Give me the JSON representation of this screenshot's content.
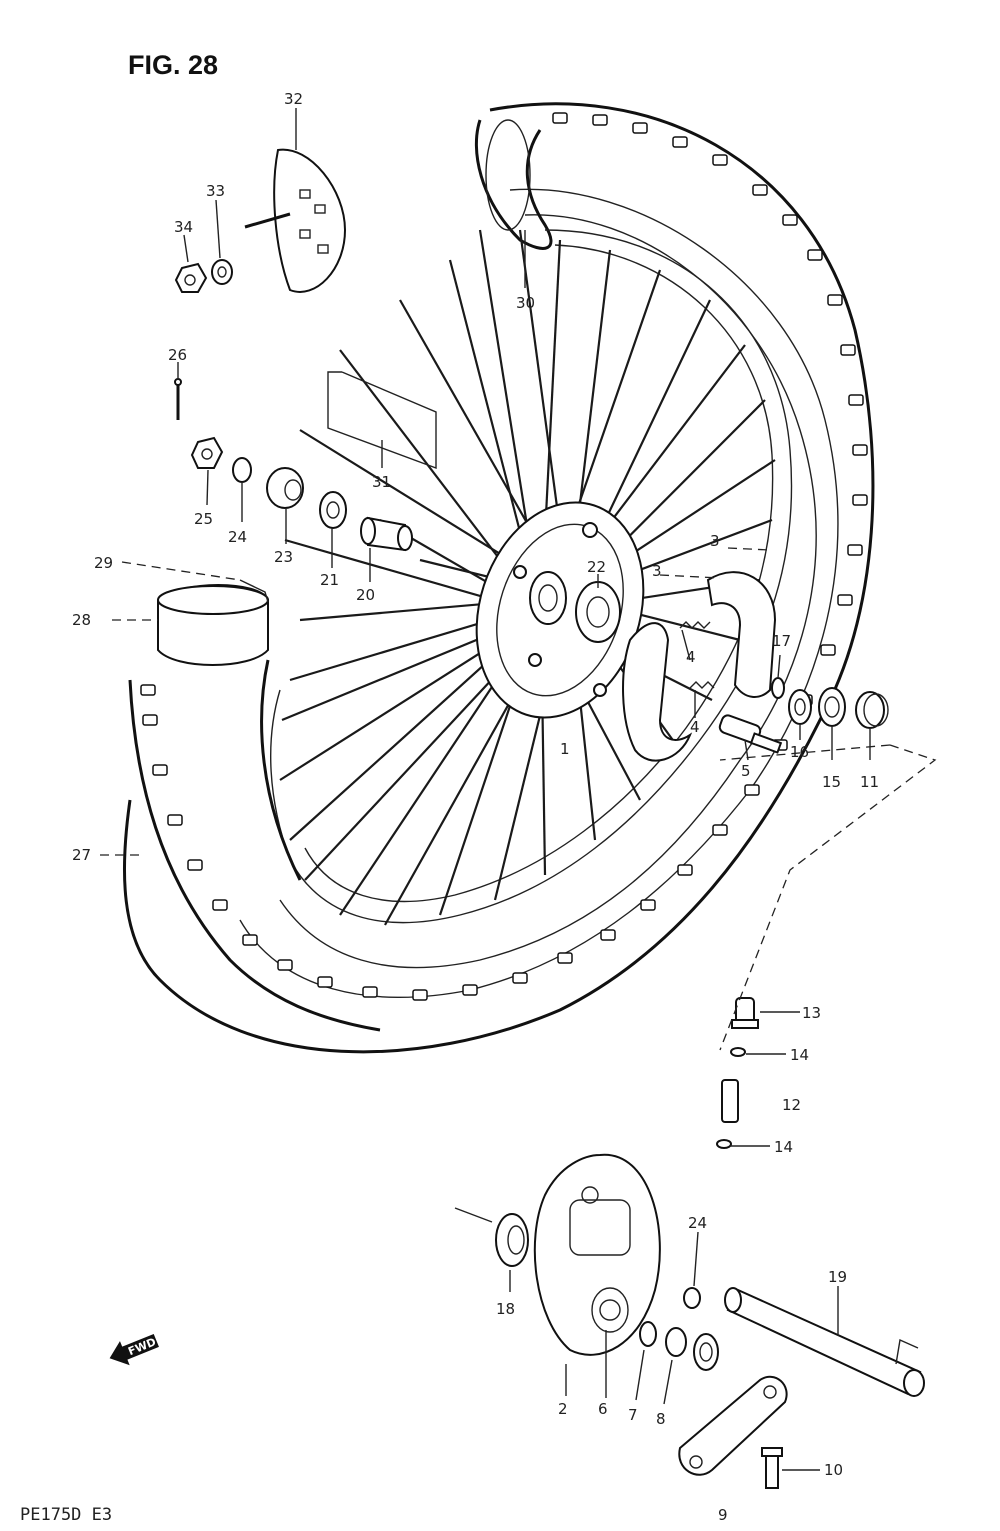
{
  "figure": {
    "title": "FIG. 28",
    "model_code": "PE175D  E3",
    "fwd_label": "FWD"
  },
  "callouts": [
    {
      "id": "c32",
      "text": "32"
    },
    {
      "id": "c33",
      "text": "33"
    },
    {
      "id": "c34",
      "text": "34"
    },
    {
      "id": "c26",
      "text": "26"
    },
    {
      "id": "c30",
      "text": "30"
    },
    {
      "id": "c31",
      "text": "31"
    },
    {
      "id": "c25",
      "text": "25"
    },
    {
      "id": "c24",
      "text": "24"
    },
    {
      "id": "c23",
      "text": "23"
    },
    {
      "id": "c21",
      "text": "21"
    },
    {
      "id": "c20",
      "text": "20"
    },
    {
      "id": "c29",
      "text": "29"
    },
    {
      "id": "c28",
      "text": "28"
    },
    {
      "id": "c22",
      "text": "22"
    },
    {
      "id": "c3a",
      "text": "3"
    },
    {
      "id": "c3b",
      "text": "3"
    },
    {
      "id": "c17",
      "text": "17"
    },
    {
      "id": "c4a",
      "text": "4"
    },
    {
      "id": "c4b",
      "text": "4"
    },
    {
      "id": "c5",
      "text": "5"
    },
    {
      "id": "c16",
      "text": "16"
    },
    {
      "id": "c15",
      "text": "15"
    },
    {
      "id": "c11",
      "text": "11"
    },
    {
      "id": "c1",
      "text": "1"
    },
    {
      "id": "c27",
      "text": "27"
    },
    {
      "id": "c13",
      "text": "13"
    },
    {
      "id": "c14a",
      "text": "14"
    },
    {
      "id": "c12",
      "text": "12"
    },
    {
      "id": "c14b",
      "text": "14"
    },
    {
      "id": "c24b",
      "text": "24"
    },
    {
      "id": "c19",
      "text": "19"
    },
    {
      "id": "c18",
      "text": "18"
    },
    {
      "id": "c2",
      "text": "2"
    },
    {
      "id": "c6",
      "text": "6"
    },
    {
      "id": "c7",
      "text": "7"
    },
    {
      "id": "c8",
      "text": "8"
    },
    {
      "id": "c10",
      "text": "10"
    },
    {
      "id": "c9",
      "text": "9"
    }
  ]
}
